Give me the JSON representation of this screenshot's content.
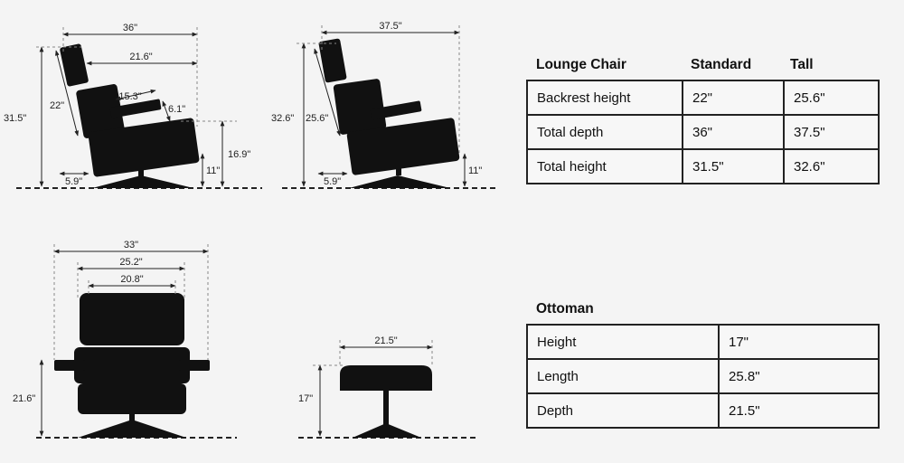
{
  "diagram": {
    "side_standard": {
      "width": "36\"",
      "seat_depth": "21.6\"",
      "armrest": "15.3\"",
      "height": "31.5\"",
      "backrest": "22\"",
      "arm_height": "6.1\"",
      "seat_height": "16.9\"",
      "base_height": "11\"",
      "base_offset": "5.9\""
    },
    "side_tall": {
      "width": "37.5\"",
      "height": "32.6\"",
      "backrest": "25.6\"",
      "base_height": "11\"",
      "base_offset": "5.9\""
    },
    "front": {
      "width": "33\"",
      "inner_width": "25.2\"",
      "seat_width": "20.8\"",
      "arm_height": "21.6\""
    },
    "ottoman": {
      "width": "21.5\"",
      "height": "17\""
    }
  },
  "lounge_chair": {
    "title": "Lounge Chair",
    "columns": [
      "Standard",
      "Tall"
    ],
    "rows": [
      {
        "label": "Backrest height",
        "standard": "22\"",
        "tall": "25.6\""
      },
      {
        "label": "Total depth",
        "standard": "36\"",
        "tall": "37.5\""
      },
      {
        "label": "Total height",
        "standard": "31.5\"",
        "tall": "32.6\""
      }
    ]
  },
  "ottoman": {
    "title": "Ottoman",
    "rows": [
      {
        "label": "Height",
        "value": "17\""
      },
      {
        "label": "Length",
        "value": "25.8\""
      },
      {
        "label": "Depth",
        "value": "21.5\""
      }
    ]
  }
}
